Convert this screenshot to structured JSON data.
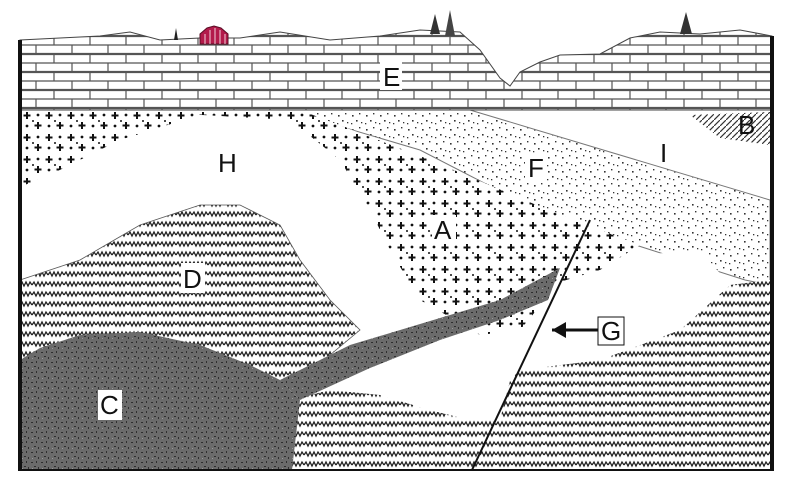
{
  "labels": {
    "E": "E",
    "B": "B",
    "H": "H",
    "F": "F",
    "I": "I",
    "A": "A",
    "D": "D",
    "G": "G",
    "C": "C"
  },
  "icons": [
    "barn-icon",
    "pine-tree-icon"
  ],
  "colors": {
    "outline": "#111111",
    "barn": "#b31b4b",
    "intrusion_dark": "#6b6b6b",
    "intrusion_mid": "#8a8a8a",
    "limestone_fill": "#ffffff",
    "background": "#ffffff"
  }
}
